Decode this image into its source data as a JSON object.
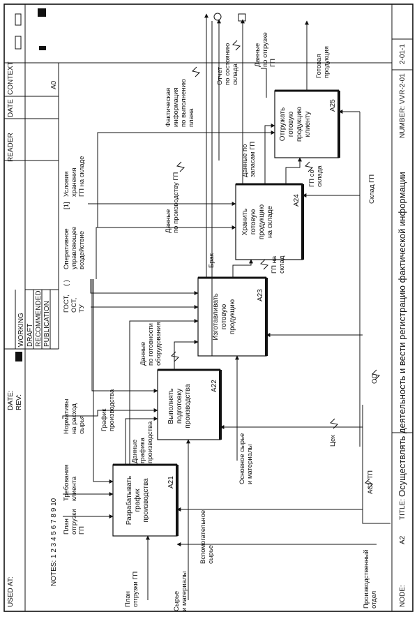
{
  "frame": {
    "used_at": "USED AT:",
    "date": "DATE:",
    "rev": "REV:",
    "notes": "NOTES:  1  2  3  4  5  6  7  8  9  10",
    "status": [
      "WORKING",
      "DRAFT",
      "RECOMMENDED",
      "PUBLICATION"
    ],
    "reader": "READER",
    "date2": "DATE",
    "context": "CONTEXT",
    "context_node": "A0",
    "node_label": "NODE:",
    "node_value": "A2",
    "title_label": "TITLE:",
    "title_value": "Осуществлять деятельность и вести регистрацию фактической информации",
    "number_label": "NUMBER: VVR-2-01",
    "number_value": "2-01-1"
  },
  "boxes": [
    {
      "id": "A21",
      "lines": [
        "Разрабатывать",
        "график",
        "производства"
      ]
    },
    {
      "id": "A22",
      "lines": [
        "Выполнять",
        "подготовку",
        "производства"
      ]
    },
    {
      "id": "A23",
      "lines": [
        "Изготавливать",
        "готовую",
        "продукцию"
      ]
    },
    {
      "id": "A24",
      "lines": [
        "Хранить",
        "готовую",
        "продукцию",
        "на складе"
      ]
    },
    {
      "id": "A25",
      "lines": [
        "Отгружать",
        "готовую",
        "продукцию",
        "клиенту"
      ]
    }
  ],
  "labels": {
    "plan_top": [
      "План",
      "отгрузки",
      "ГП"
    ],
    "req_client": [
      "Требования",
      "клиента"
    ],
    "norms": [
      "Нормативы",
      "на расход",
      "сырья"
    ],
    "gost": [
      "ГОСТ,",
      "ОСТ,",
      "ТУ"
    ],
    "paren": "( )",
    "oper": [
      "Оперативное",
      "управляющее",
      "воздействие"
    ],
    "bracket1": "[1]",
    "storage": [
      "Условия",
      "хранения",
      "ГП на складе"
    ],
    "plan_in": [
      "План",
      "отгрузки ГП"
    ],
    "raw": [
      "Сырье",
      "и материалы"
    ],
    "aux": [
      "Вспомогательное",
      "сырье"
    ],
    "prod_dept": [
      "Производственный",
      "отдел"
    ],
    "asu": "АСУ ТП",
    "main_raw": [
      "Основное сырье",
      "и материалы"
    ],
    "ceh": "Цех",
    "oc": "ОС",
    "schedule1": [
      "График",
      "производства"
    ],
    "sched_data": [
      "Данные",
      "графика",
      "производства"
    ],
    "ready_eq": [
      "Данные",
      "по готовности",
      "оборудования"
    ],
    "prod_data": [
      "Данные",
      "по производству ГП"
    ],
    "brak": "Брак",
    "gp_sklad": [
      "ГП на",
      "склад"
    ],
    "stock_data": [
      "Данные по",
      "запасам ГП"
    ],
    "gp_from": [
      "ГП со",
      "склада"
    ],
    "sklad_gp": "Склад ГП",
    "fact_info": [
      "Фактическая",
      "информация",
      "по выполнению",
      "плана"
    ],
    "report": [
      "Отчет",
      "по состоянию",
      "склада"
    ],
    "ship_data": [
      "Данные",
      "по отгрузке",
      "ГП"
    ],
    "ready_prod": [
      "Готовая",
      "продукция"
    ]
  }
}
